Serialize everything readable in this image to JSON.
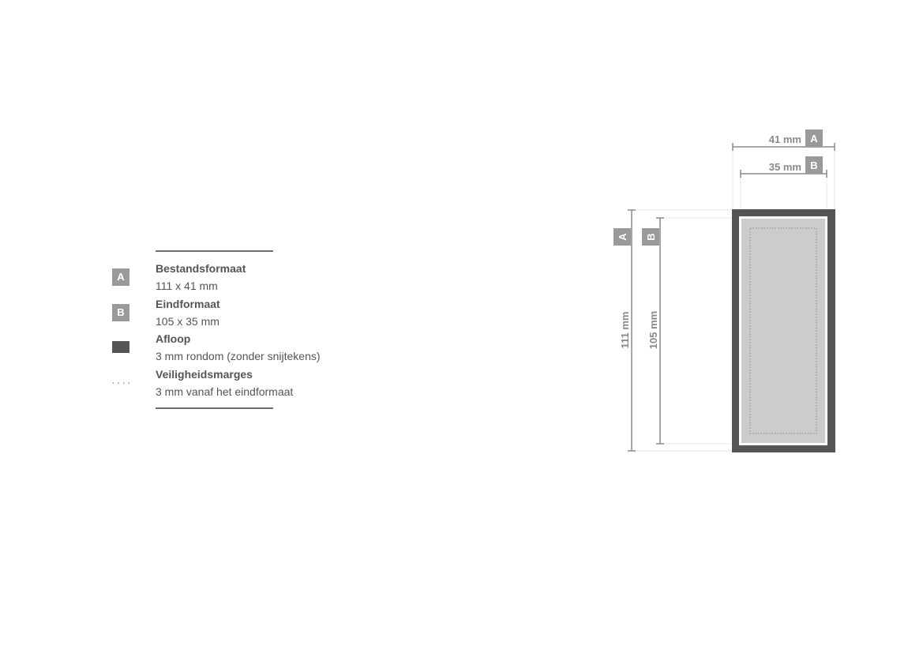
{
  "legend": {
    "items": [
      {
        "marker": "A",
        "title": "Bestandsformaat",
        "desc": "111 x 41 mm"
      },
      {
        "marker": "B",
        "title": "Eindformaat",
        "desc": "105 x 35 mm"
      },
      {
        "marker": "bleed-swatch",
        "title": "Afloop",
        "desc": "3 mm rondom (zonder snijtekens)"
      },
      {
        "marker": "dotted-line",
        "title": "Veiligheidsmarges",
        "desc": "3 mm vanaf het eindformaat"
      }
    ]
  },
  "diagram": {
    "width_a": {
      "label": "41 mm",
      "badge": "A"
    },
    "width_b": {
      "label": "35 mm",
      "badge": "B"
    },
    "height_a": {
      "label": "111 mm",
      "badge": "A"
    },
    "height_b": {
      "label": "105 mm",
      "badge": "B"
    }
  },
  "colors": {
    "bleed": "#555555",
    "trim_fill": "#cccccc",
    "badge": "#9a9a9a",
    "text": "#555555",
    "dimension_line": "#8a8a8a"
  }
}
